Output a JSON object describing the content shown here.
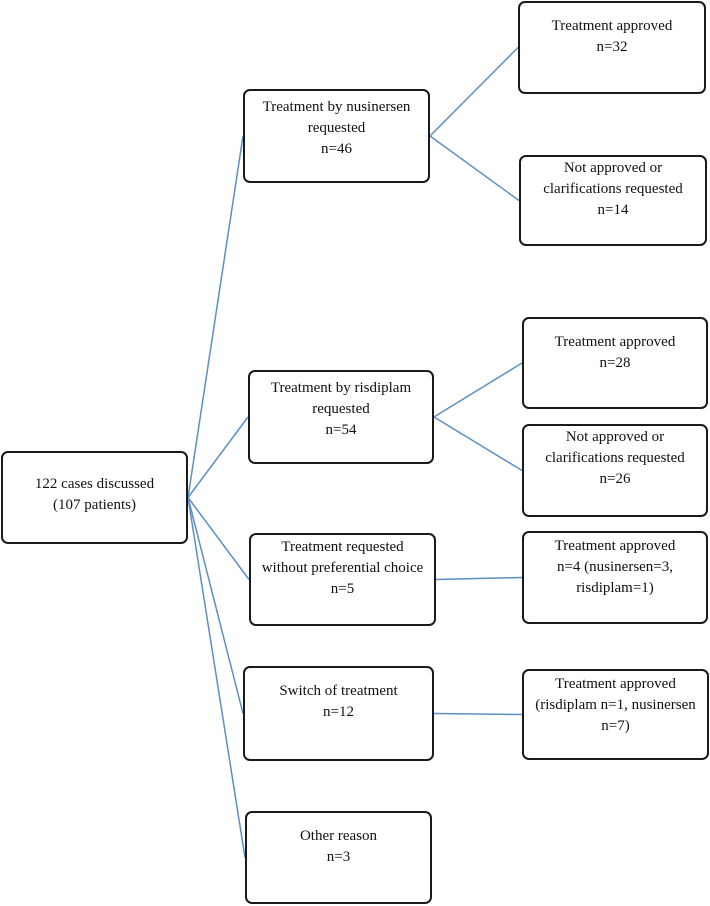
{
  "diagram": {
    "line_color": "#5b8fc4",
    "nodes": {
      "root": {
        "lines": [
          "122 cases discussed",
          "(107 patients)"
        ]
      },
      "nusinersen": {
        "lines": [
          "Treatment by nusinersen",
          "requested",
          "n=46"
        ]
      },
      "nus_approved": {
        "lines": [
          "Treatment approved",
          "n=32"
        ]
      },
      "nus_not_approved": {
        "lines": [
          "Not approved or",
          "clarifications requested",
          "n=14"
        ]
      },
      "risdiplam": {
        "lines": [
          "Treatment by risdiplam",
          "requested",
          "n=54"
        ]
      },
      "ris_approved": {
        "lines": [
          "Treatment approved",
          "n=28"
        ]
      },
      "ris_not_approved": {
        "lines": [
          "Not approved or",
          "clarifications requested",
          "n=26"
        ]
      },
      "no_preference": {
        "lines": [
          "Treatment requested",
          "without preferential choice",
          "n=5"
        ]
      },
      "nopref_approved": {
        "lines": [
          "Treatment approved",
          "n=4 (nusinersen=3,",
          "risdiplam=1)"
        ]
      },
      "switch": {
        "lines": [
          "Switch of treatment",
          "n=12"
        ]
      },
      "switch_approved": {
        "lines": [
          "Treatment approved",
          "(risdiplam n=1, nusinersen",
          "n=7)"
        ]
      },
      "other": {
        "lines": [
          "Other reason",
          "n=3"
        ]
      }
    },
    "edges": [
      [
        "root",
        "nusinersen"
      ],
      [
        "root",
        "risdiplam"
      ],
      [
        "root",
        "no_preference"
      ],
      [
        "root",
        "switch"
      ],
      [
        "root",
        "other"
      ],
      [
        "nusinersen",
        "nus_approved"
      ],
      [
        "nusinersen",
        "nus_not_approved"
      ],
      [
        "risdiplam",
        "ris_approved"
      ],
      [
        "risdiplam",
        "ris_not_approved"
      ],
      [
        "no_preference",
        "nopref_approved"
      ],
      [
        "switch",
        "switch_approved"
      ]
    ]
  }
}
